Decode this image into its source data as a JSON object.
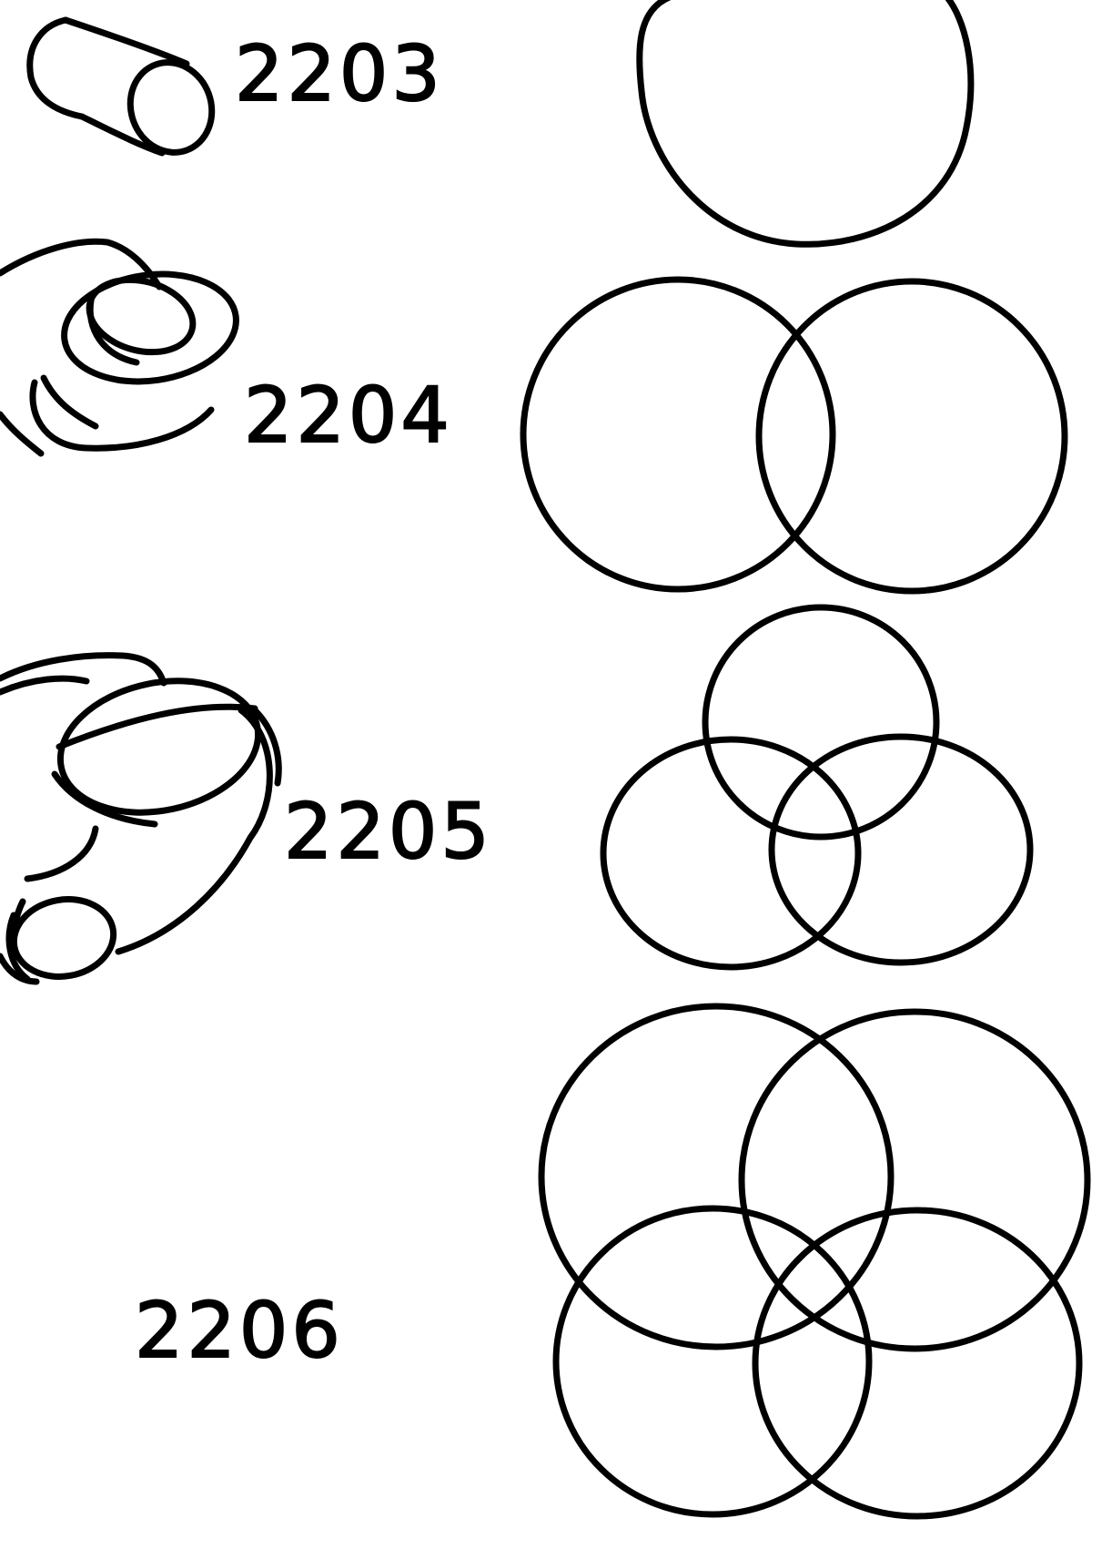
{
  "figure": {
    "ink_color": "#000000",
    "background_color": "#ffffff",
    "panels": [
      {
        "label": "2203",
        "sketch_icon": "single-cylinder-sketch",
        "circle_count": 1
      },
      {
        "label": "2204",
        "sketch_icon": "two-rings-sketch",
        "circle_count": 2
      },
      {
        "label": "2205",
        "sketch_icon": "three-rings-sketch",
        "circle_count": 3
      },
      {
        "label": "2206",
        "sketch_icon": "",
        "circle_count": 4
      }
    ]
  }
}
